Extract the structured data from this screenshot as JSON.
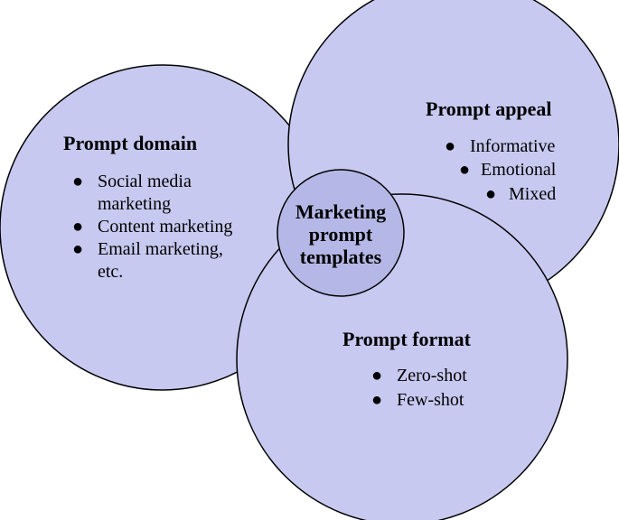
{
  "diagram": {
    "center": {
      "lines": [
        "Marketing",
        "prompt",
        "templates"
      ],
      "fill": "#b5b8e6"
    },
    "circles": {
      "fill": "#c7c9f0",
      "stroke": "#000000"
    },
    "domain": {
      "title": "Prompt domain",
      "items": [
        {
          "lines": [
            "Social media",
            "marketing"
          ]
        },
        {
          "lines": [
            "Content marketing"
          ]
        },
        {
          "lines": [
            "Email marketing,",
            "etc."
          ]
        }
      ]
    },
    "appeal": {
      "title": "Prompt appeal",
      "items": [
        "Informative",
        "Emotional",
        "Mixed"
      ]
    },
    "format": {
      "title": "Prompt format",
      "items": [
        "Zero-shot",
        "Few-shot"
      ]
    }
  }
}
